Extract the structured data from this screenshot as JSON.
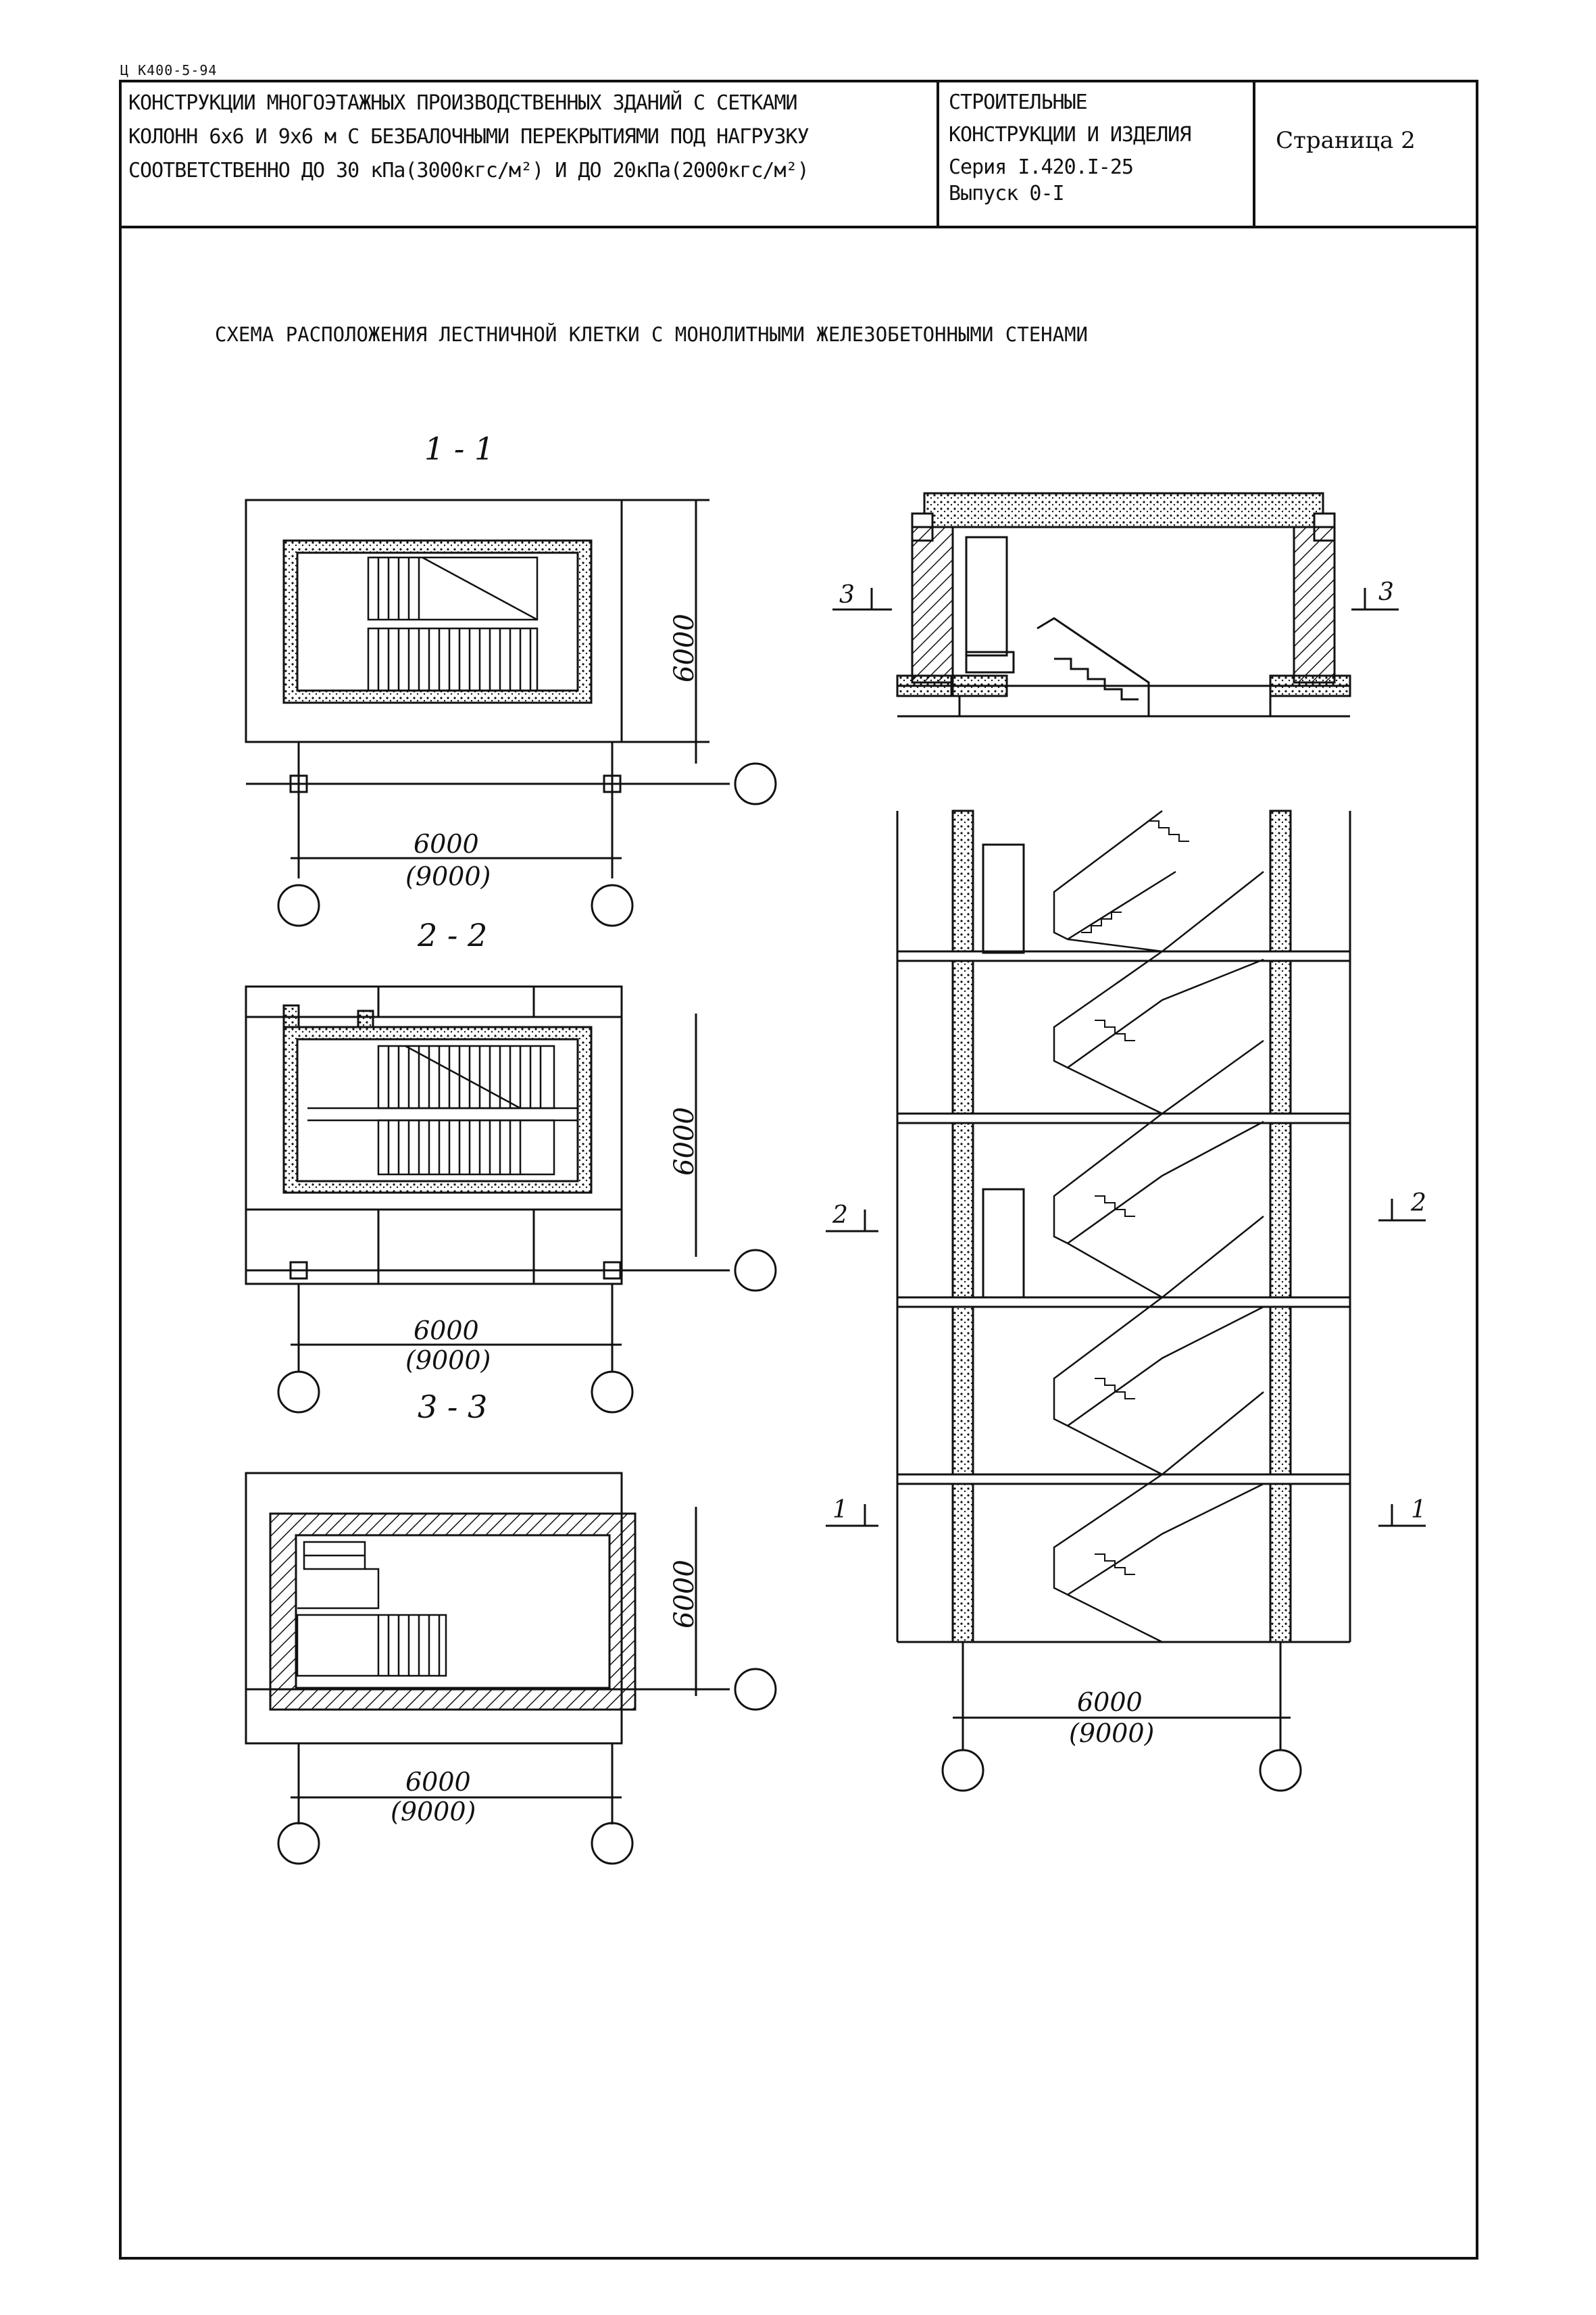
{
  "document": {
    "code": "Ц К400-5-94",
    "title_lines": [
      "КОНСТРУКЦИИ МНОГОЭТАЖНЫХ ПРОИЗВОДСТВЕННЫХ ЗДАНИЙ С СЕТКАМИ",
      "КОЛОНН 6х6 И 9х6 м С БЕЗБАЛОЧНЫМИ ПЕРЕКРЫТИЯМИ ПОД НАГРУЗКУ",
      "СООТВЕТСТВЕННО ДО 30 кПа(3000кгс/м²) И ДО 20кПа(2000кгс/м²)"
    ],
    "category_lines": [
      "СТРОИТЕЛЬНЫЕ",
      "КОНСТРУКЦИИ И ИЗДЕЛИЯ",
      "Серия I.420.I-25",
      "Выпуск 0-I"
    ],
    "page_label": "Страница 2"
  },
  "drawing": {
    "title": "СХЕМА РАСПОЛОЖЕНИЯ ЛЕСТНИЧНОЙ КЛЕТКИ С МОНОЛИТНЫМИ ЖЕЛЕЗОБЕТОННЫМИ СТЕНАМИ",
    "plans": [
      {
        "section": "1 - 1",
        "width_dim": "6000",
        "width_alt": "(9000)",
        "depth_dim": "6000"
      },
      {
        "section": "2 - 2",
        "width_dim": "6000",
        "width_alt": "(9000)",
        "depth_dim": "6000"
      },
      {
        "section": "3 - 3",
        "width_dim": "6000",
        "width_alt": "(9000)",
        "depth_dim": "6000"
      }
    ],
    "elevation": {
      "width_dim": "6000",
      "width_alt": "(9000)",
      "cut_marks": [
        "3",
        "3",
        "2",
        "2",
        "1",
        "1"
      ]
    }
  }
}
